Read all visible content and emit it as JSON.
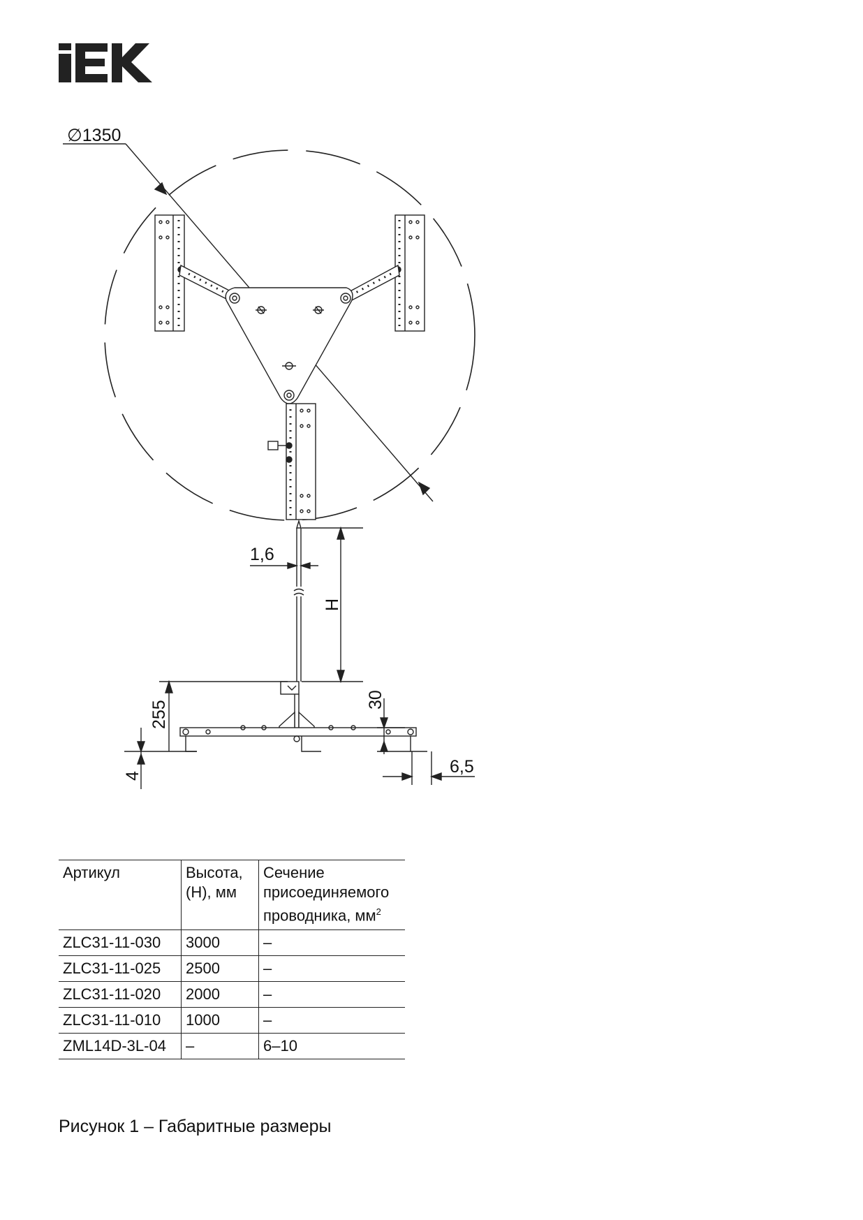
{
  "header": {
    "brand_logo": "IEK"
  },
  "drawing": {
    "diameter_label": "∅1350",
    "thickness_label": "1,6",
    "height_label": "H",
    "base_height_label": "255",
    "plate_thickness_label": "4",
    "bracket_height_label": "30",
    "hole_offset_label": "6,5"
  },
  "table": {
    "headers": [
      {
        "lines": [
          "Артикул"
        ]
      },
      {
        "lines": [
          "Высота,",
          "(Н), мм"
        ]
      },
      {
        "lines": [
          "Сечение",
          "присоединяемого",
          "проводника, мм"
        ],
        "sup": "2"
      }
    ],
    "rows": [
      [
        "ZLC31-11-030",
        "3000",
        "–"
      ],
      [
        "ZLC31-11-025",
        "2500",
        "–"
      ],
      [
        "ZLC31-11-020",
        "2000",
        "–"
      ],
      [
        "ZLC31-11-010",
        "1000",
        "–"
      ],
      [
        "ZML14D-3L-04",
        "–",
        "6–10"
      ]
    ]
  },
  "caption": "Рисунок 1 – Габаритные размеры"
}
